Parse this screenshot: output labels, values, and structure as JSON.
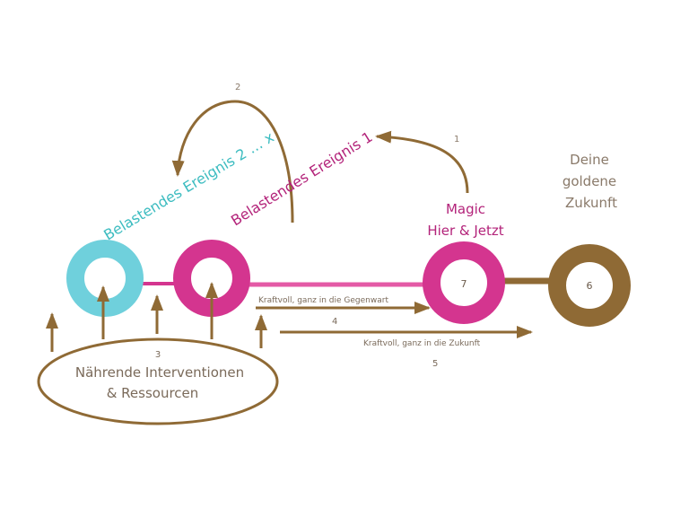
{
  "colors": {
    "cyan": "#6fd0dc",
    "magenta": "#d4358f",
    "brown": "#8f6a35",
    "magenta_text": "#b3237a",
    "cyan_text": "#3cbcc0",
    "gray_text": "#8a7a6a"
  },
  "labels": {
    "event2": "Belastendes Ereignis 2 … x",
    "event1": "Belastendes Ereignis 1",
    "magic_line1": "Magic",
    "magic_line2": "Hier & Jetzt",
    "future_line1": "Deine",
    "future_line2": "goldene",
    "future_line3": "Zukunft",
    "resources_line1": "Nährende Interventionen",
    "resources_line2": "& Ressourcen",
    "present_arrow": "Kraftvoll, ganz in die Gegenwart",
    "future_arrow": "Kraftvoll, ganz in die Zukunft"
  },
  "numbers": {
    "n1": "1",
    "n2": "2",
    "n3": "3",
    "n4": "4",
    "n5": "5",
    "n6": "6",
    "n7": "7"
  }
}
